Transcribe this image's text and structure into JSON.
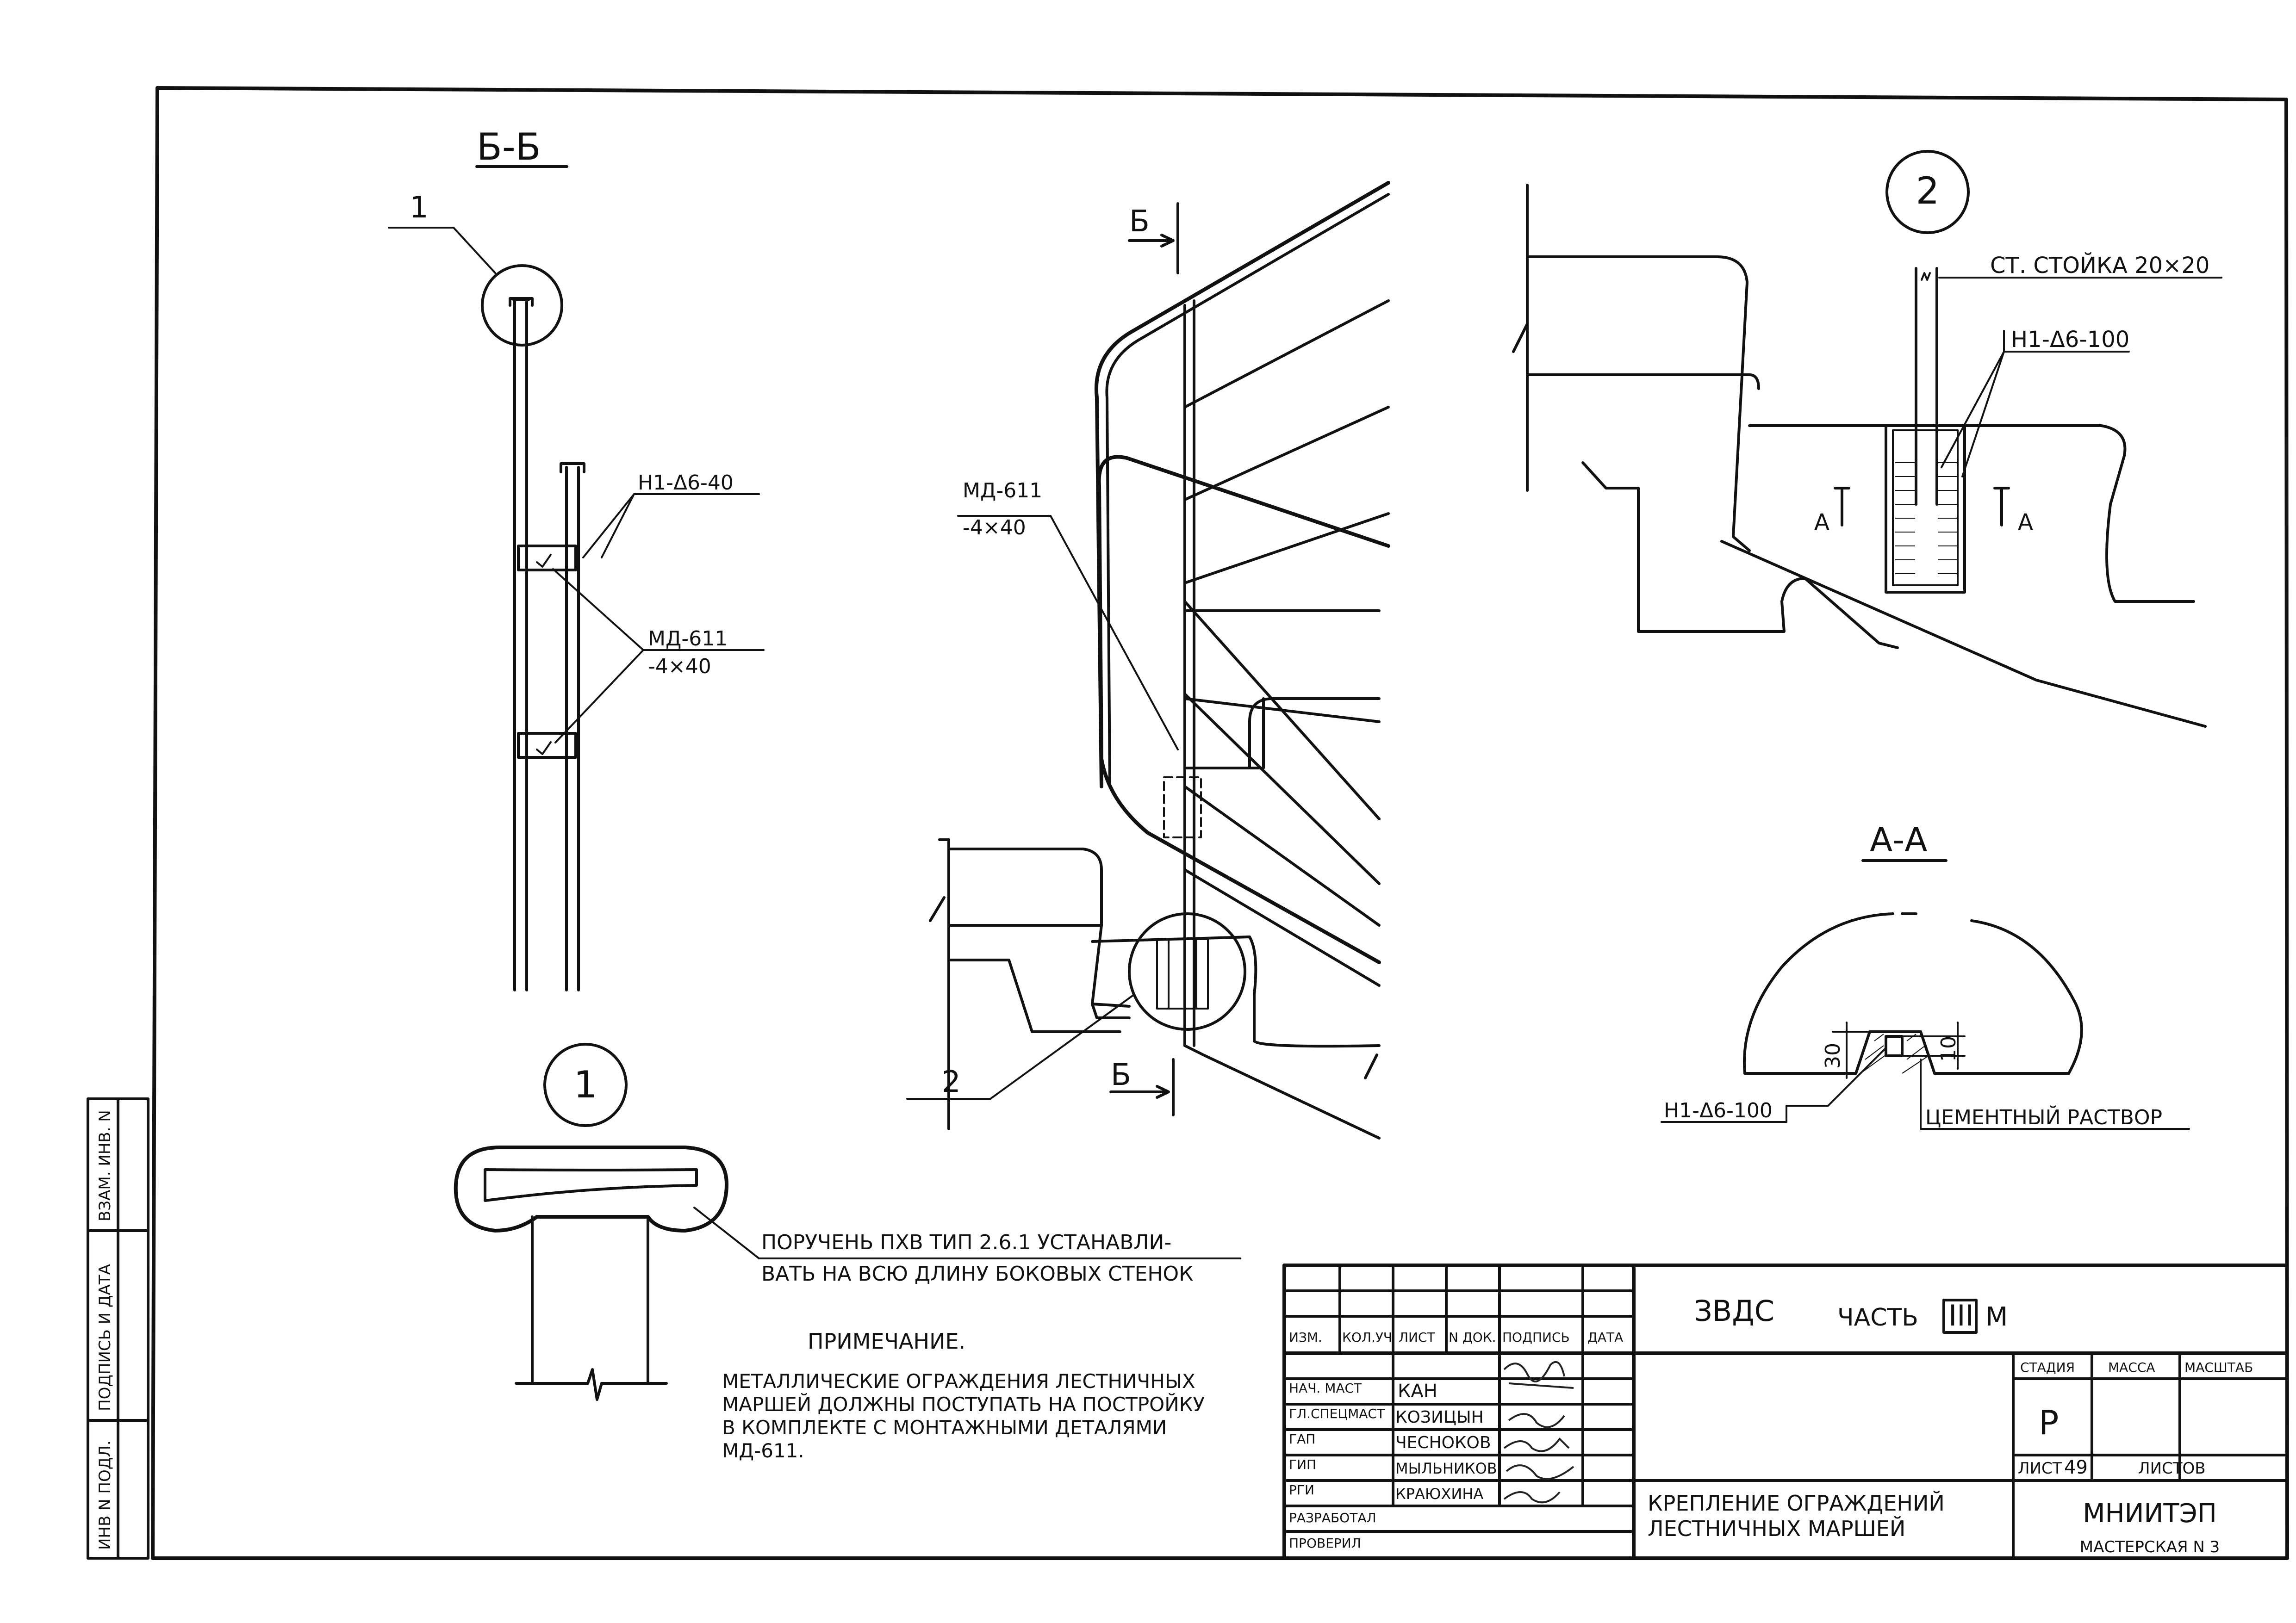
{
  "section_bb": {
    "title": "Б-Б",
    "callout_1": "1",
    "label_weld_40": "Н1-Δ6-40",
    "label_md611": "МД-611",
    "label_md611_size": "-4×40"
  },
  "perspective": {
    "label_b_top": "Б",
    "label_b_bottom": "Б",
    "label_md611": "МД-611",
    "label_md611_size": "-4×40",
    "callout_2": "2"
  },
  "detail_2": {
    "number": "2",
    "label_post": "СТ. СТОЙКА 20×20",
    "label_weld_100": "Н1-Δ6-100",
    "section_a_left": "А",
    "section_a_right": "А"
  },
  "section_aa": {
    "title": "А-А",
    "dim_30": "30",
    "dim_10": "10",
    "label_weld_100": "Н1-Δ6-100",
    "label_cement": "ЦЕМЕНТНЫЙ РАСТВОР"
  },
  "detail_1": {
    "number": "1",
    "handrail_line1": "ПОРУЧЕНЬ ПХВ ТИП 2.6.1 УСТАНАВЛИ-",
    "handrail_line2": "ВАТЬ НА ВСЮ ДЛИНУ БОКОВЫХ СТЕНОК"
  },
  "note": {
    "heading": "ПРИМЕЧАНИЕ.",
    "lines": [
      "МЕТАЛЛИЧЕСКИЕ ОГРАЖДЕНИЯ ЛЕСТНИЧНЫХ",
      "МАРШЕЙ ДОЛЖНЫ ПОСТУПАТЬ НА ПОСТРОЙКУ",
      "В КОМПЛЕКТЕ С МОНТАЖНЫМИ ДЕТАЛЯМИ",
      "МД-611."
    ]
  },
  "side_stamp": {
    "cells": [
      "ВЗАМ. ИНВ. N",
      "ПОДПИСЬ И ДАТА",
      "ИНВ N ПОДЛ."
    ]
  },
  "title_block": {
    "revision_headers": [
      "ИЗМ.",
      "КОЛ.УЧ",
      "ЛИСТ",
      "N ДОК.",
      "ПОДПИСЬ",
      "ДАТА"
    ],
    "roles": [
      {
        "role": "НАЧ. МАСТ",
        "name": "КАН"
      },
      {
        "role": "ГЛ.СПЕЦМАСТ",
        "name": "КОЗИЦЫН"
      },
      {
        "role": "ГАП",
        "name": "ЧЕСНОКОВ"
      },
      {
        "role": "ГИП",
        "name": "МЫЛЬНИКОВ"
      },
      {
        "role": "РГИ",
        "name": "КРАЮХИНА"
      },
      {
        "role": "РАЗРАБОТАЛ",
        "name": ""
      },
      {
        "role": "ПРОВЕРИЛ",
        "name": ""
      }
    ],
    "project_code": "ЗВДС",
    "project_part": "ЧАСТЬ",
    "project_part_num": "III",
    "project_suffix": "М",
    "headers": {
      "stage": "СТАДИЯ",
      "mass": "МАССА",
      "scale": "МАСШТАБ"
    },
    "stage_value": "Р",
    "sheet_label": "ЛИСТ",
    "sheet_number": "49",
    "sheets_label": "ЛИСТОВ",
    "drawing_title_line1": "КРЕПЛЕНИЕ ОГРАЖДЕНИЙ",
    "drawing_title_line2": "ЛЕСТНИЧНЫХ МАРШЕЙ",
    "org_name": "МНИИТЭП",
    "org_workshop": "МАСТЕРСКАЯ N 3"
  }
}
